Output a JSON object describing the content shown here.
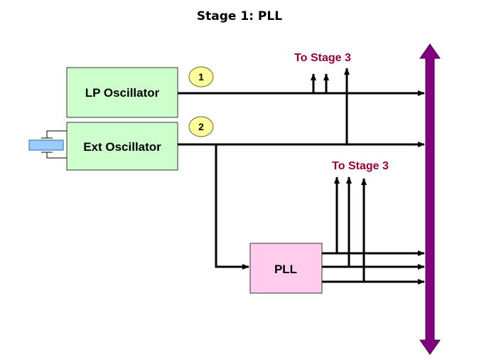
{
  "title": "Stage 1: PLL",
  "colors": {
    "oscillator_fill": "#ccffcc",
    "pll_fill": "#ffccee",
    "badge_fill": "#ffff99",
    "bus": "#800080",
    "stage_label": "#990033",
    "crystal_fill": "#99ccff"
  },
  "blocks": {
    "lp_oscillator": "LP Oscillator",
    "ext_oscillator": "Ext Oscillator",
    "pll": "PLL"
  },
  "badges": [
    "1",
    "2"
  ],
  "stage_labels": {
    "upper": "To Stage 3",
    "lower": "To Stage 3"
  },
  "icons": {
    "crystal": "crystal-oscillator-icon",
    "bus": "bidirectional-bus-arrow"
  }
}
